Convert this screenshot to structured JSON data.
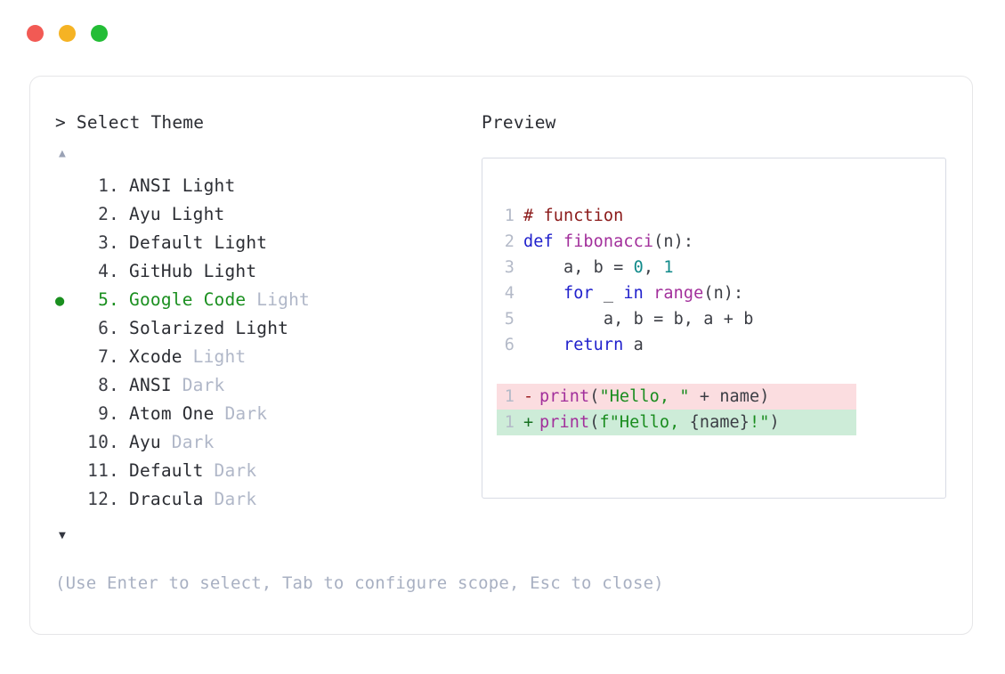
{
  "window": {
    "traffic_lights": [
      {
        "name": "close",
        "color": "#f25a54"
      },
      {
        "name": "minimize",
        "color": "#f5b324"
      },
      {
        "name": "maximize",
        "color": "#23bd36"
      }
    ]
  },
  "picker": {
    "header": "> Select Theme",
    "scroll_up_icon": "▲",
    "scroll_down_icon": "▼",
    "selected_index": 5,
    "selected_bullet": "●",
    "items": [
      {
        "num": "1.",
        "name": "ANSI",
        "variant": "Light",
        "variant_dim": false,
        "selected": false
      },
      {
        "num": "2.",
        "name": "Ayu",
        "variant": "Light",
        "variant_dim": false,
        "selected": false
      },
      {
        "num": "3.",
        "name": "Default",
        "variant": "Light",
        "variant_dim": false,
        "selected": false
      },
      {
        "num": "4.",
        "name": "GitHub",
        "variant": "Light",
        "variant_dim": false,
        "selected": false
      },
      {
        "num": "5.",
        "name": "Google Code",
        "variant": "Light",
        "variant_dim": true,
        "selected": true
      },
      {
        "num": "6.",
        "name": "Solarized",
        "variant": "Light",
        "variant_dim": false,
        "selected": false
      },
      {
        "num": "7.",
        "name": "Xcode",
        "variant": "Light",
        "variant_dim": true,
        "selected": false
      },
      {
        "num": "8.",
        "name": "ANSI",
        "variant": "Dark",
        "variant_dim": true,
        "selected": false
      },
      {
        "num": "9.",
        "name": "Atom One",
        "variant": "Dark",
        "variant_dim": true,
        "selected": false
      },
      {
        "num": "10.",
        "name": "Ayu",
        "variant": "Dark",
        "variant_dim": true,
        "selected": false
      },
      {
        "num": "11.",
        "name": "Default",
        "variant": "Dark",
        "variant_dim": true,
        "selected": false
      },
      {
        "num": "12.",
        "name": "Dracula",
        "variant": "Dark",
        "variant_dim": true,
        "selected": false
      }
    ],
    "hint": "(Use Enter to select, Tab to configure scope, Esc to close)"
  },
  "preview": {
    "label": "Preview",
    "code_lines": [
      {
        "num": "1",
        "tokens": [
          {
            "t": "# function",
            "c": "t-comment"
          }
        ]
      },
      {
        "num": "2",
        "tokens": [
          {
            "t": "def ",
            "c": "t-keyword"
          },
          {
            "t": "fibonacci",
            "c": "t-func"
          },
          {
            "t": "(n):",
            "c": "t-plain"
          }
        ]
      },
      {
        "num": "3",
        "tokens": [
          {
            "t": "    a, b = ",
            "c": "t-plain"
          },
          {
            "t": "0",
            "c": "t-num"
          },
          {
            "t": ", ",
            "c": "t-plain"
          },
          {
            "t": "1",
            "c": "t-num"
          }
        ]
      },
      {
        "num": "4",
        "tokens": [
          {
            "t": "    ",
            "c": "t-plain"
          },
          {
            "t": "for",
            "c": "t-keyword"
          },
          {
            "t": " _ ",
            "c": "t-plain"
          },
          {
            "t": "in",
            "c": "t-keyword"
          },
          {
            "t": " ",
            "c": "t-plain"
          },
          {
            "t": "range",
            "c": "t-func"
          },
          {
            "t": "(n):",
            "c": "t-plain"
          }
        ]
      },
      {
        "num": "5",
        "tokens": [
          {
            "t": "        a, b = b, a + b",
            "c": "t-plain"
          }
        ]
      },
      {
        "num": "6",
        "tokens": [
          {
            "t": "    ",
            "c": "t-plain"
          },
          {
            "t": "return",
            "c": "t-keyword"
          },
          {
            "t": " a",
            "c": "t-plain"
          }
        ]
      }
    ],
    "diff_lines": [
      {
        "num": "1",
        "sign": "-",
        "kind": "removed",
        "tokens": [
          {
            "t": "print",
            "c": "t-func"
          },
          {
            "t": "(",
            "c": "t-plain"
          },
          {
            "t": "\"Hello, \"",
            "c": "t-string"
          },
          {
            "t": " + name)",
            "c": "t-plain"
          }
        ]
      },
      {
        "num": "1",
        "sign": "+",
        "kind": "added",
        "tokens": [
          {
            "t": "print",
            "c": "t-func"
          },
          {
            "t": "(",
            "c": "t-plain"
          },
          {
            "t": "f\"Hello, ",
            "c": "t-string"
          },
          {
            "t": "{name}",
            "c": "t-plain"
          },
          {
            "t": "!\"",
            "c": "t-string"
          },
          {
            "t": ")",
            "c": "t-plain"
          }
        ]
      }
    ]
  },
  "colors": {
    "comment": "#8b1a1a",
    "keyword": "#2121cc",
    "function": "#a22f9b",
    "number": "#118a8a",
    "string": "#198c1e",
    "plain": "#3b3d44",
    "selected": "#1a8f1f",
    "dim": "#b0b7c8",
    "diff_removed_bg": "#fbdde0",
    "diff_added_bg": "#cdecd8"
  }
}
